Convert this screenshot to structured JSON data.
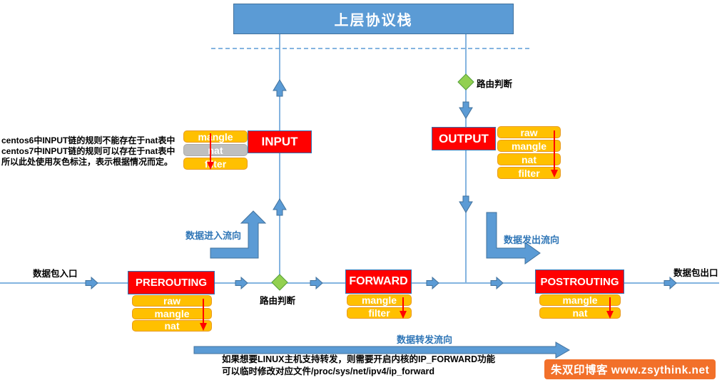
{
  "title": "上层协议栈",
  "labels": {
    "packet_in": "数据包入口",
    "packet_out": "数据包出口",
    "route_decision_top": "路由判断",
    "route_decision_middle": "路由判断",
    "flow_in": "数据进入流向",
    "flow_out": "数据发出流向",
    "flow_forward": "数据转发流向"
  },
  "notes": {
    "left": {
      "line1": "centos6中INPUT链的规则不能存在于nat表中",
      "line2": "centos7中INPUT链的规则可以存在于nat表中",
      "line3": "所以此处使用灰色标注，表示根据情况而定。"
    },
    "bottom": {
      "line1": "如果想要LINUX主机支持转发，则需要开启内核的IP_FORWARD功能",
      "line2": "可以临时修改对应文件/proc/sys/net/ipv4/ip_forward"
    }
  },
  "chains": {
    "input": {
      "label": "INPUT",
      "tables": [
        "mangle",
        "nat",
        "filter"
      ]
    },
    "output": {
      "label": "OUTPUT",
      "tables": [
        "raw",
        "mangle",
        "nat",
        "filter"
      ]
    },
    "prerouting": {
      "label": "PREROUTING",
      "tables": [
        "raw",
        "mangle",
        "nat"
      ]
    },
    "forward": {
      "label": "FORWARD",
      "tables": [
        "mangle",
        "filter"
      ]
    },
    "postrouting": {
      "label": "POSTROUTING",
      "tables": [
        "mangle",
        "nat"
      ]
    }
  },
  "watermark": "朱双印博客 www.zsythink.net",
  "colors": {
    "chain_box_red": "#FF0000",
    "table_box_orange": "#FFC000",
    "table_box_gray": "#BFBFBF",
    "diagram_blue": "#5B9BD5",
    "diagram_blue_dark": "#41719C",
    "flow_label_blue": "#2E75B6",
    "route_diamond_green": "#92D050",
    "red_arrow": "#FF0000",
    "watermark_bg": "#F2702A"
  }
}
